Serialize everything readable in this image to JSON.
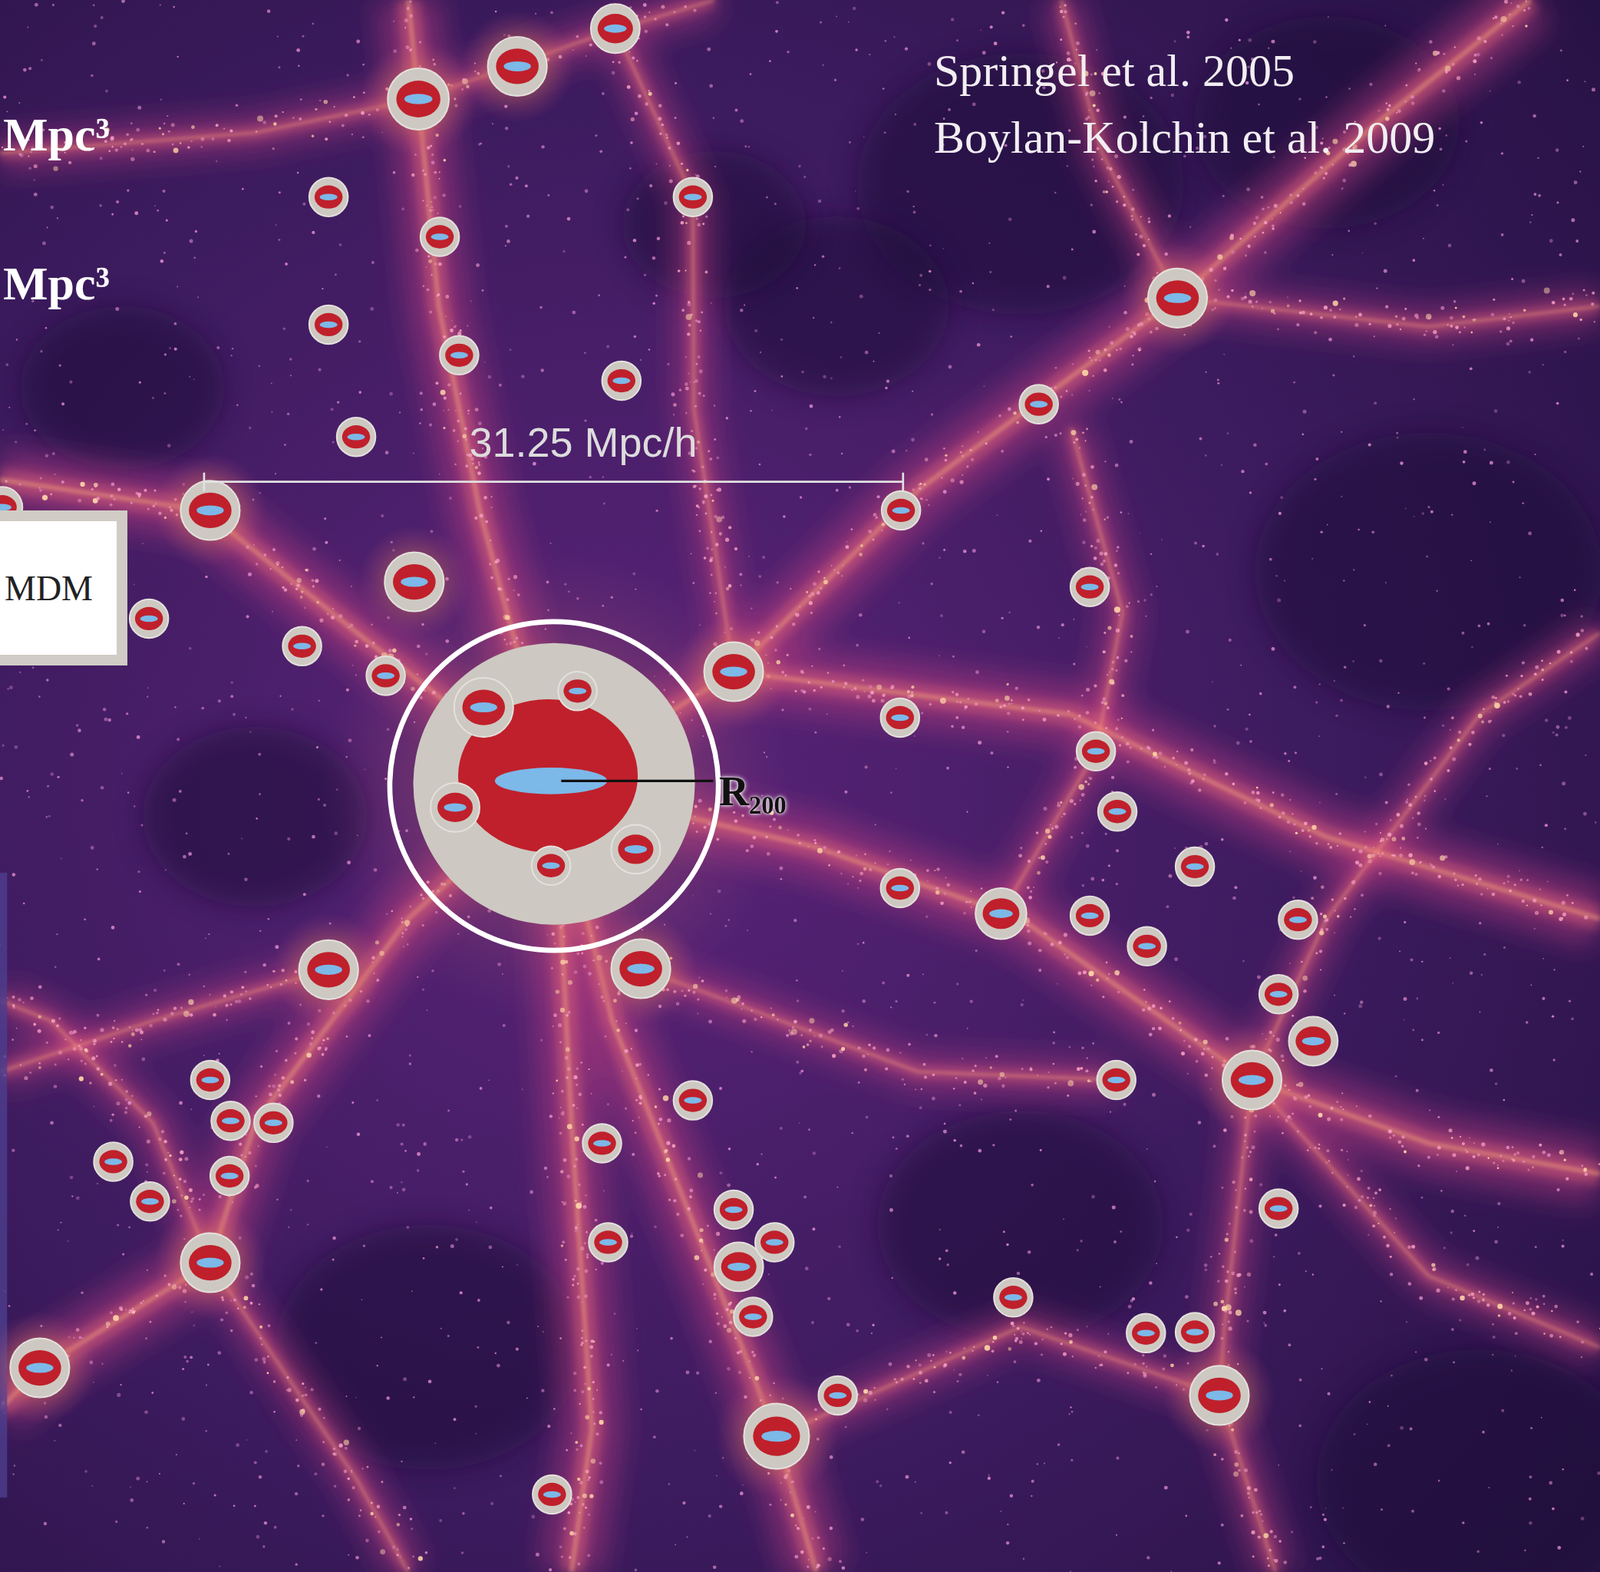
{
  "diagram": {
    "nodes": [
      {
        "text": [
          "MDM"
        ]
      }
    ],
    "labels": [
      "Mpc³",
      "Mpc³",
      "Springel et al. 2005",
      "Boylan-Kolchin et al. 2009",
      "31.25 Mpc/h",
      "R₂₀₀"
    ]
  }
}
